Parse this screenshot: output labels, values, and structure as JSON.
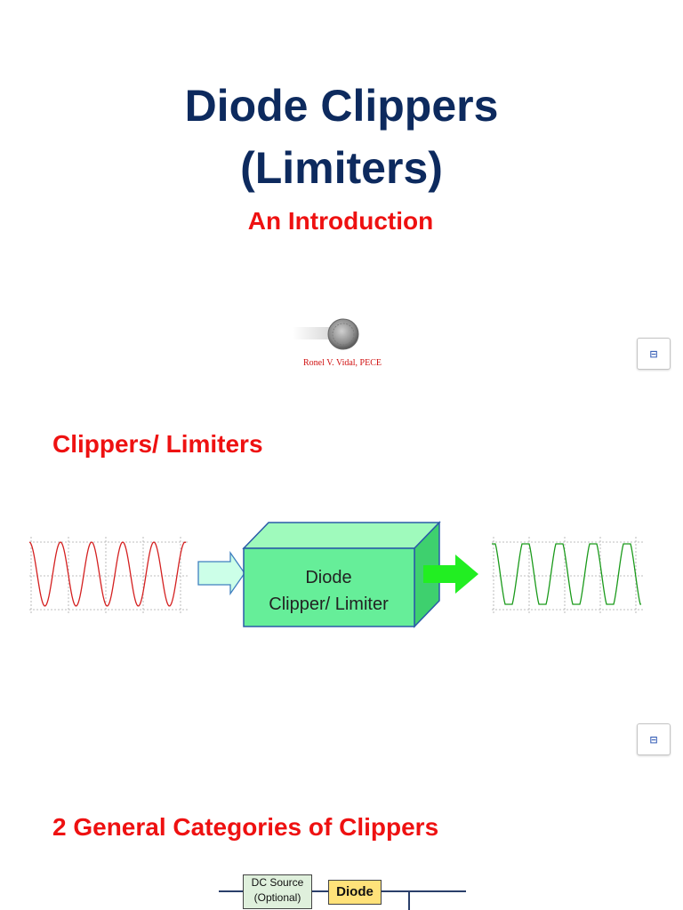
{
  "slide1": {
    "title_line1": "Diode Clippers",
    "title_line2": "(Limiters)",
    "subtitle": "An Introduction",
    "author": "Ronel V. Vidal, PECE"
  },
  "slide2": {
    "heading": "Clippers/ Limiters",
    "box_label_line1": "Diode",
    "box_label_line2": "Clipper/ Limiter"
  },
  "slide3": {
    "heading": "2 General Categories of Clippers",
    "dc_source_line1": "DC Source",
    "dc_source_line2": "(Optional)",
    "diode_label": "Diode"
  },
  "page_button_icon": "page-icon",
  "page_button_glyph": "⊟",
  "colors": {
    "title": "#0d2a5e",
    "heading": "#ee1111",
    "box_fill": "#66ee99",
    "input_wave": "#d42020",
    "output_wave": "#1a9a1a",
    "output_arrow": "#22ee22"
  }
}
